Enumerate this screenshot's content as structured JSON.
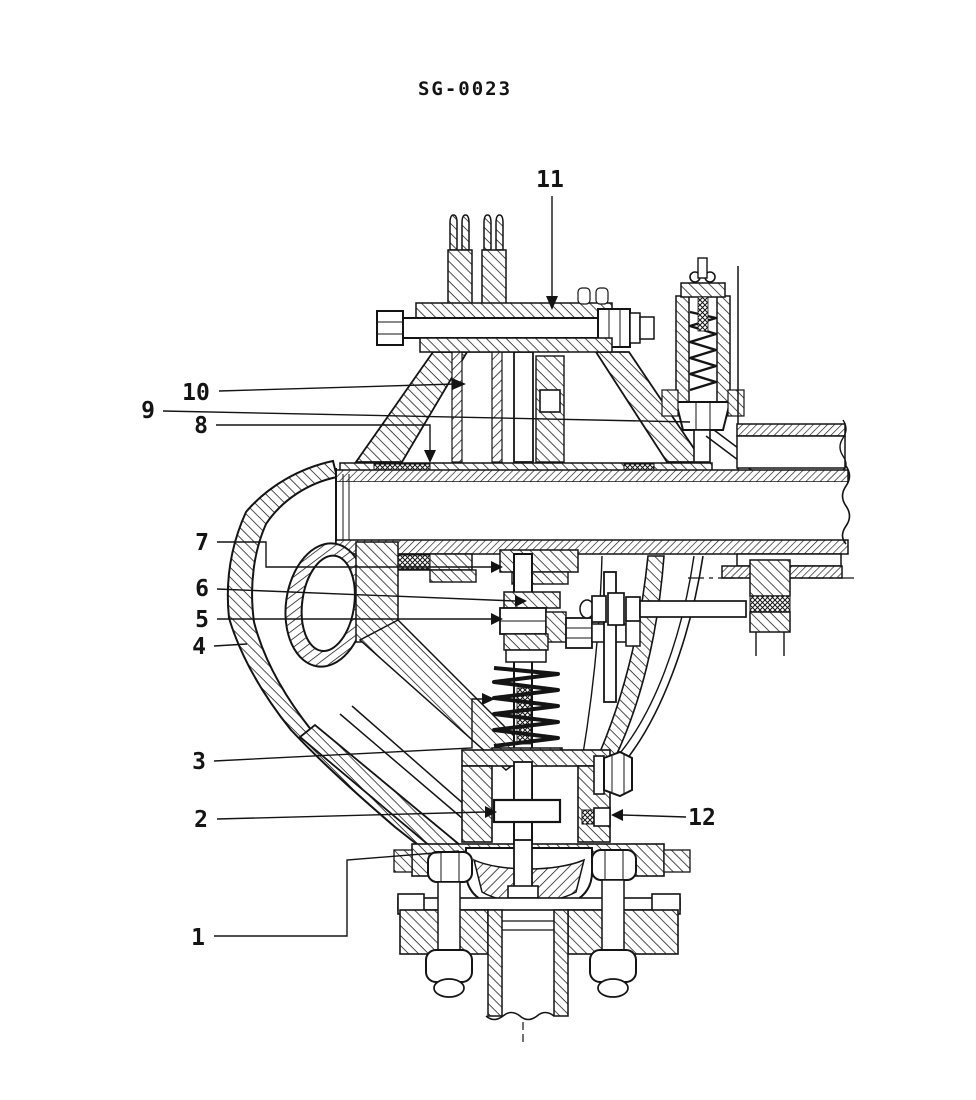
{
  "figure": {
    "code": "SG-0023"
  },
  "colors": {
    "ink": "#141414",
    "paper": "#ffffff"
  },
  "callouts": [
    {
      "id": 1,
      "label": "1"
    },
    {
      "id": 2,
      "label": "2"
    },
    {
      "id": 3,
      "label": "3"
    },
    {
      "id": 4,
      "label": "4"
    },
    {
      "id": 5,
      "label": "5"
    },
    {
      "id": 6,
      "label": "6"
    },
    {
      "id": 7,
      "label": "7"
    },
    {
      "id": 8,
      "label": "8"
    },
    {
      "id": 9,
      "label": "9"
    },
    {
      "id": 10,
      "label": "10"
    },
    {
      "id": 11,
      "label": "11"
    },
    {
      "id": 12,
      "label": "12"
    }
  ]
}
